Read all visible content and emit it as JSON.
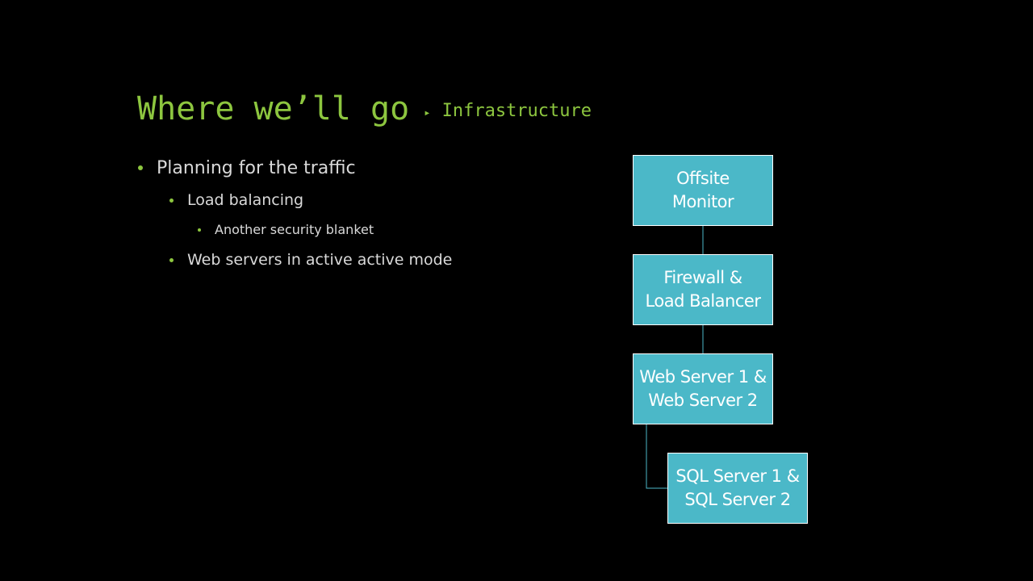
{
  "title": {
    "main": "Where we’ll go",
    "separator": "▸",
    "sub": "Infrastructure"
  },
  "bullets": [
    {
      "level": 1,
      "text": "Planning for the traffic"
    },
    {
      "level": 2,
      "text": "Load balancing"
    },
    {
      "level": 3,
      "text": "Another security blanket"
    },
    {
      "level": 2,
      "text": "Web servers in active active mode"
    }
  ],
  "diagram": {
    "nodes": [
      {
        "label": "Offsite\nMonitor"
      },
      {
        "label": "Firewall &\nLoad Balancer"
      },
      {
        "label": "Web Server 1 &\nWeb Server 2"
      },
      {
        "label": "SQL Server 1 &\nSQL Server 2"
      }
    ]
  },
  "colors": {
    "background": "#000000",
    "accent": "#8dc63f",
    "node_fill": "#4bb8c8",
    "connector": "#4bb8c8"
  }
}
